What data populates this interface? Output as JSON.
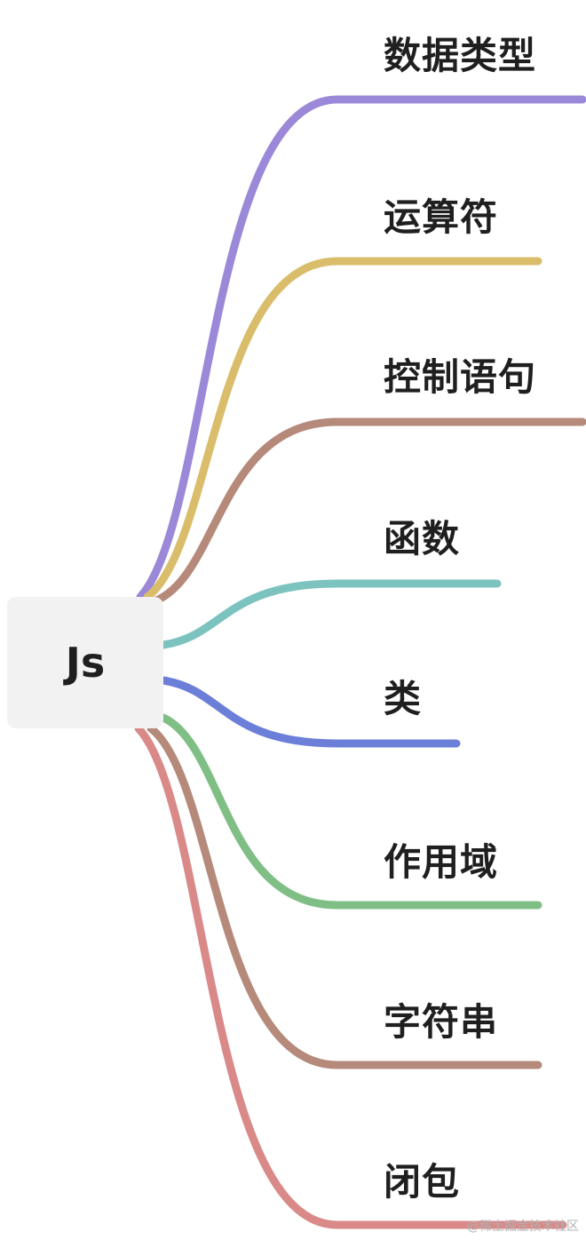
{
  "root": {
    "label": "Js"
  },
  "branches": [
    {
      "label": "数据类型",
      "color": "#9b88d8"
    },
    {
      "label": "运算符",
      "color": "#d9bd6a"
    },
    {
      "label": "控制语句",
      "color": "#b58a7a"
    },
    {
      "label": "函数",
      "color": "#7cc3c0"
    },
    {
      "label": "类",
      "color": "#6c7fd8"
    },
    {
      "label": "作用域",
      "color": "#7fbf86"
    },
    {
      "label": "字符串",
      "color": "#b58a7a"
    },
    {
      "label": "闭包",
      "color": "#d98a88"
    }
  ],
  "watermark": "@稀土掘金技术社区"
}
